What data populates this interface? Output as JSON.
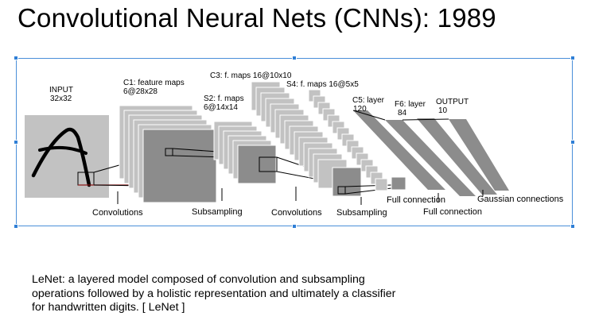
{
  "slide": {
    "title": "Convolutional Neural Nets (CNNs): 1989",
    "caption": "LeNet: a layered model composed of convolution and subsampling operations followed by a holistic representation and ultimately a classifier for handwritten digits. [ LeNet ]"
  },
  "figure": {
    "layers": {
      "input": {
        "name": "INPUT",
        "size": "32x32"
      },
      "c1": {
        "name": "C1: feature maps",
        "size": "6@28x28"
      },
      "s2": {
        "name": "S2: f. maps",
        "size": "6@14x14"
      },
      "c3": {
        "name": "C3: f. maps 16@10x10"
      },
      "s4": {
        "name": "S4: f. maps 16@5x5"
      },
      "c5": {
        "name": "C5: layer",
        "size": "120"
      },
      "f6": {
        "name": "F6: layer",
        "size": "84"
      },
      "output": {
        "name": "OUTPUT",
        "size": "10"
      }
    },
    "operations": {
      "convolutions_1": "Convolutions",
      "subsampling_1": "Subsampling",
      "convolutions_2": "Convolutions",
      "subsampling_2": "Subsampling",
      "full_connection_1": "Full connection",
      "full_connection_2": "Full connection",
      "gaussian": "Gaussian connections"
    },
    "colors": {
      "selection_border": "#4a8fd9",
      "selection_handle": "#2f7fd6",
      "map_light": "#c2c2c2",
      "map_dark": "#8c8c8c",
      "map_outline": "#ffffff",
      "receptive_line": "#8b1a1a"
    }
  }
}
